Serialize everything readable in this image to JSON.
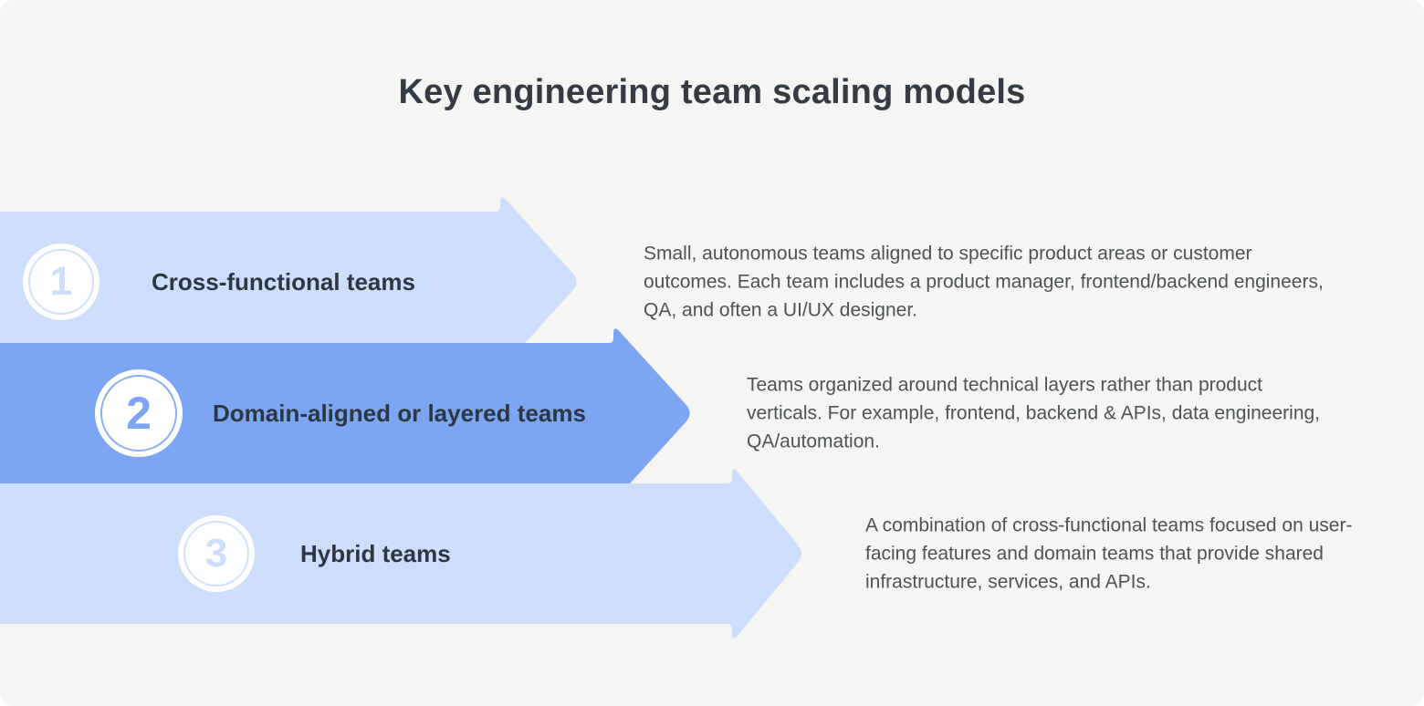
{
  "title": "Key engineering team scaling models",
  "colors": {
    "background": "#F5F5F3",
    "band_light": "#CDDEFC",
    "band_primary": "#7CA6F3",
    "badge_fill": "#FFFFFF",
    "title_text": "#343B44",
    "label_text": "#2E3741",
    "description_text": "#4E5358"
  },
  "rows": [
    {
      "number": "1",
      "label": "Cross-functional teams",
      "description": "Small, autonomous teams aligned to specific product areas or customer outcomes. Each team includes a product manager, frontend/backend engineers, QA, and often a UI/UX designer.",
      "variant": "light"
    },
    {
      "number": "2",
      "label": "Domain-aligned or layered teams",
      "description": "Teams organized around technical layers rather than product verticals. For example, frontend, backend & APIs, data engineering, QA/automation.",
      "variant": "primary"
    },
    {
      "number": "3",
      "label": "Hybrid teams",
      "description": "A combination of cross-functional teams focused on user-facing features and domain teams that provide shared infrastructure, services, and APIs.",
      "variant": "light"
    }
  ]
}
